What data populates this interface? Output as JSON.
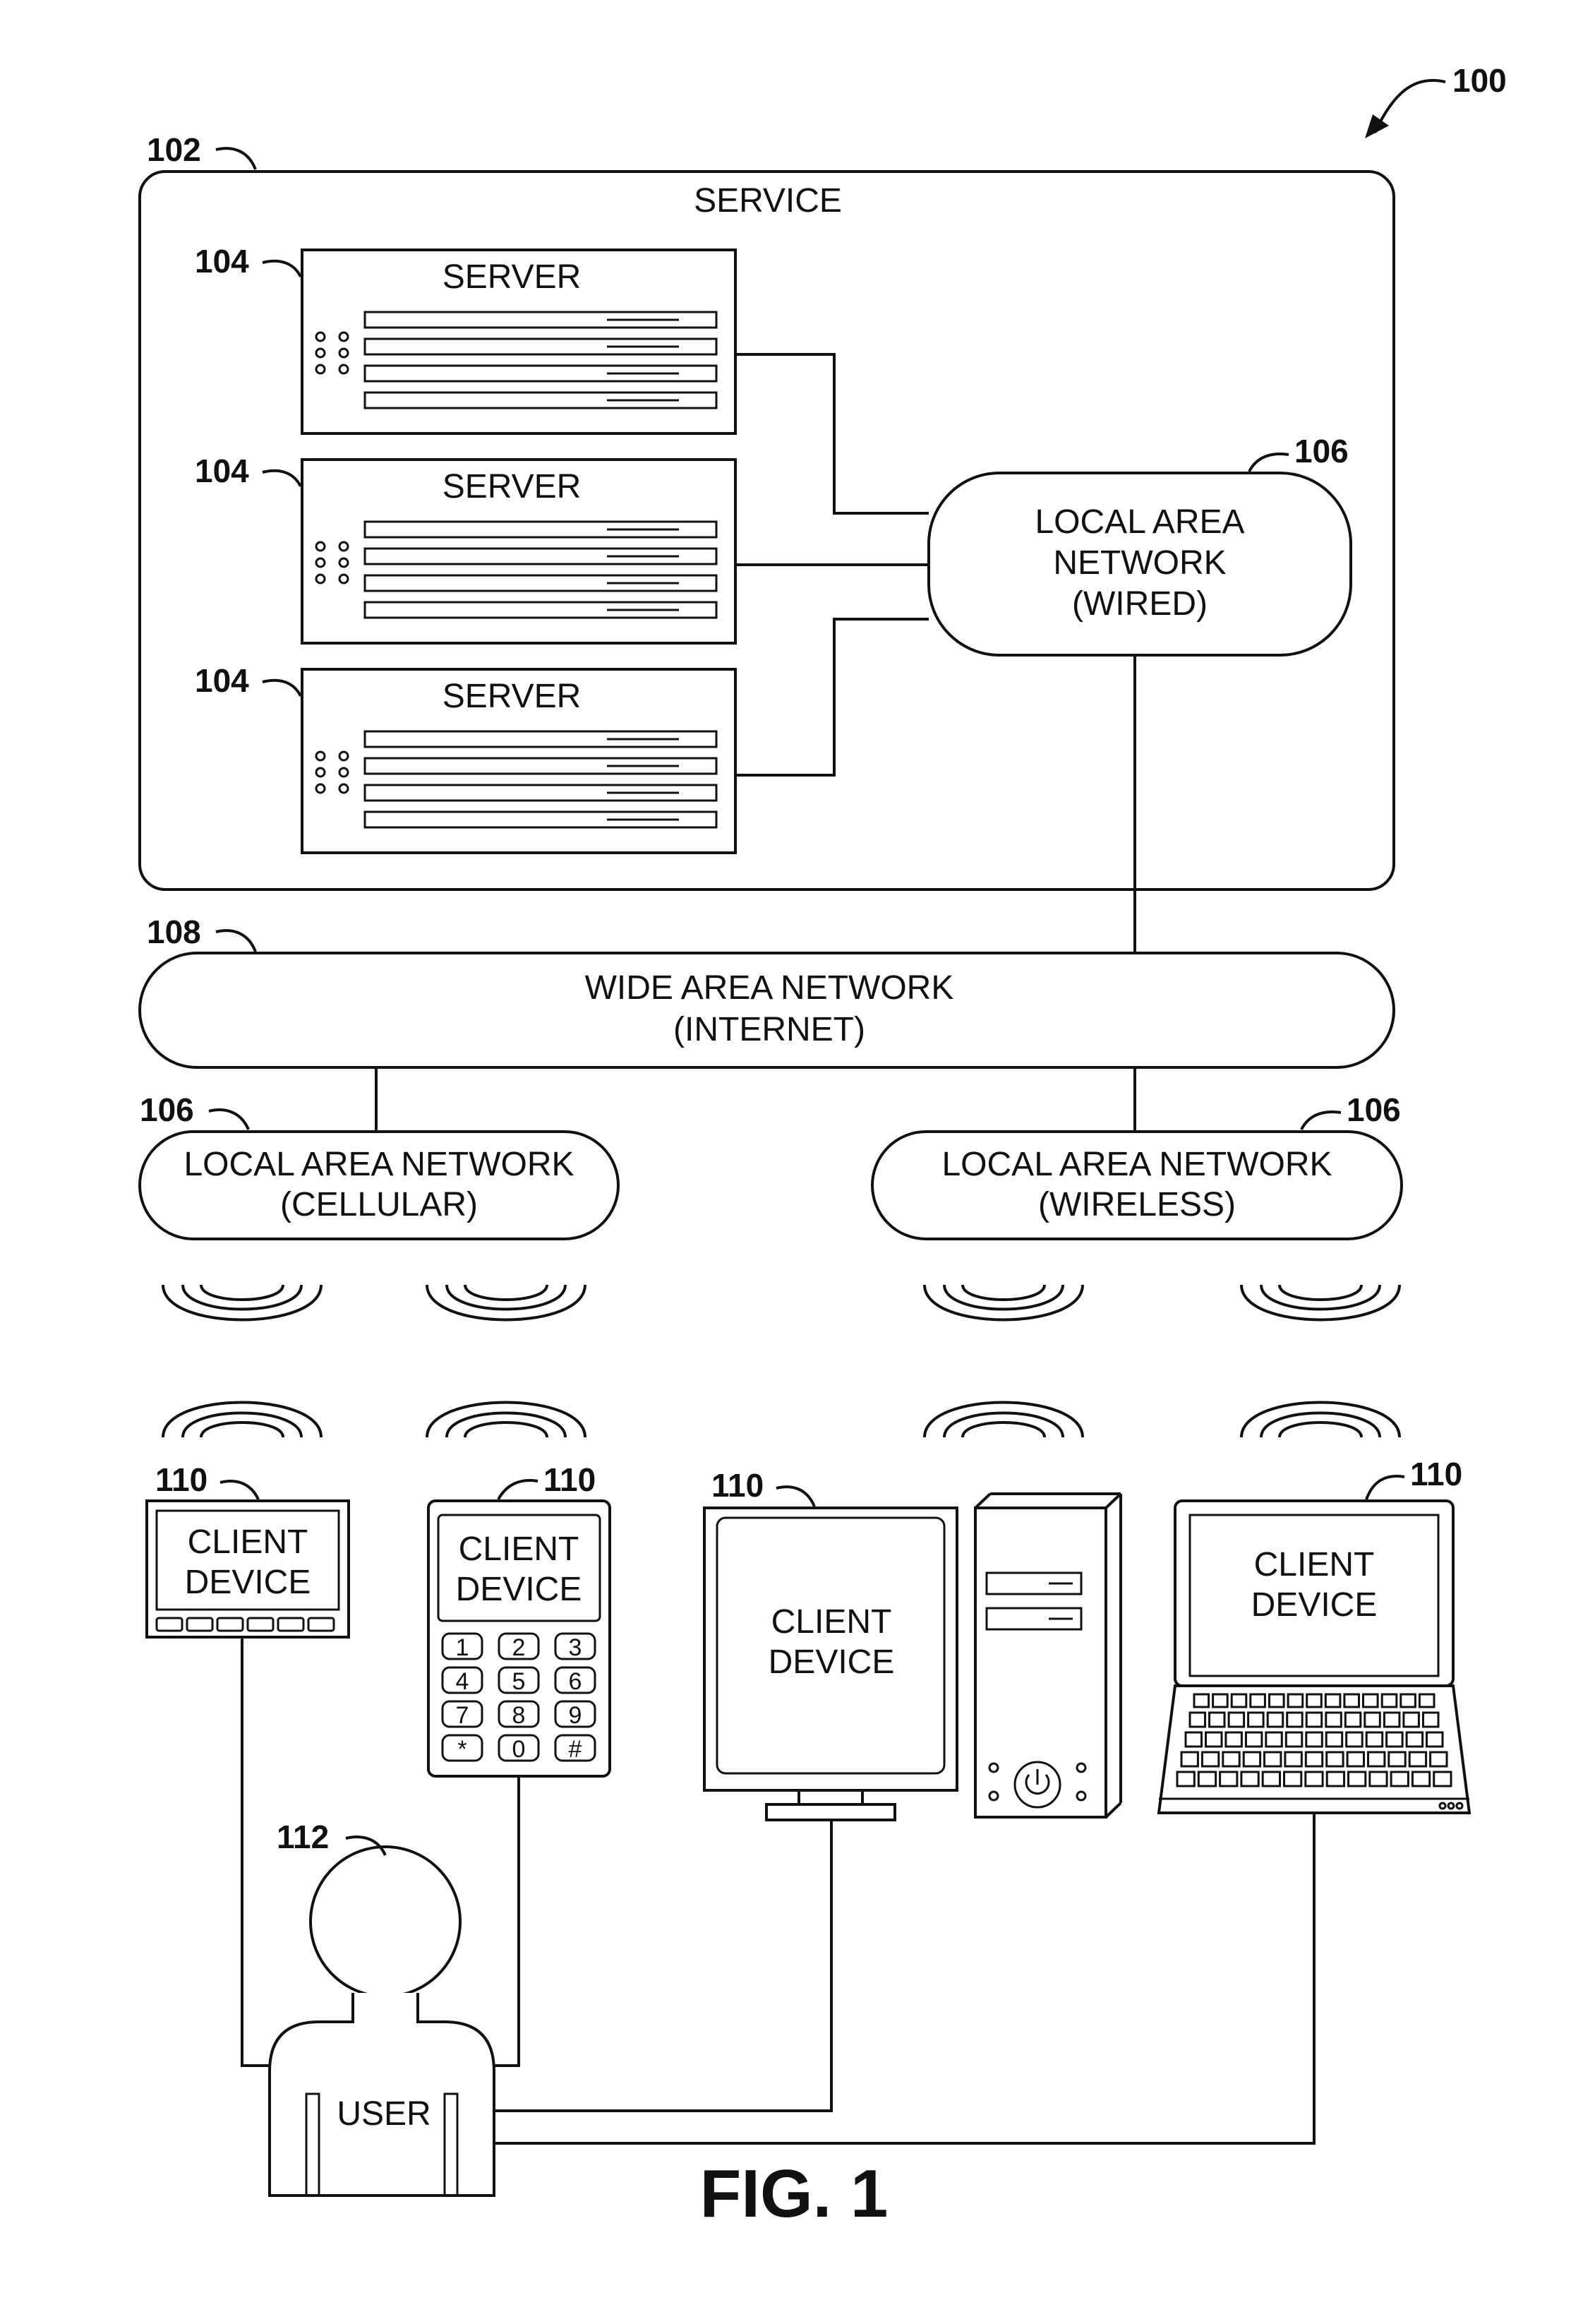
{
  "figure_number": "100",
  "caption": "FIG. 1",
  "service": {
    "ref": "102",
    "label": "SERVICE"
  },
  "servers": [
    {
      "ref": "104",
      "label": "SERVER"
    },
    {
      "ref": "104",
      "label": "SERVER"
    },
    {
      "ref": "104",
      "label": "SERVER"
    }
  ],
  "lan_wired": {
    "ref": "106",
    "lines": [
      "LOCAL AREA",
      "NETWORK",
      "(WIRED)"
    ]
  },
  "wan": {
    "ref": "108",
    "lines": [
      "WIDE AREA NETWORK",
      "(INTERNET)"
    ]
  },
  "lan_cellular": {
    "ref": "106",
    "lines": [
      "LOCAL AREA NETWORK",
      "(CELLULAR)"
    ]
  },
  "lan_wireless": {
    "ref": "106",
    "lines": [
      "LOCAL AREA NETWORK",
      "(WIRELESS)"
    ]
  },
  "client_devices": [
    {
      "ref": "110",
      "lines": [
        "CLIENT",
        "DEVICE"
      ]
    },
    {
      "ref": "110",
      "lines": [
        "CLIENT",
        "DEVICE"
      ]
    },
    {
      "ref": "110",
      "lines": [
        "CLIENT",
        "DEVICE"
      ]
    },
    {
      "ref": "110",
      "lines": [
        "CLIENT",
        "DEVICE"
      ]
    }
  ],
  "keypad_keys": [
    "1",
    "2",
    "3",
    "4",
    "5",
    "6",
    "7",
    "8",
    "9",
    "*",
    "0",
    "#"
  ],
  "user": {
    "ref": "112",
    "label": "USER"
  }
}
